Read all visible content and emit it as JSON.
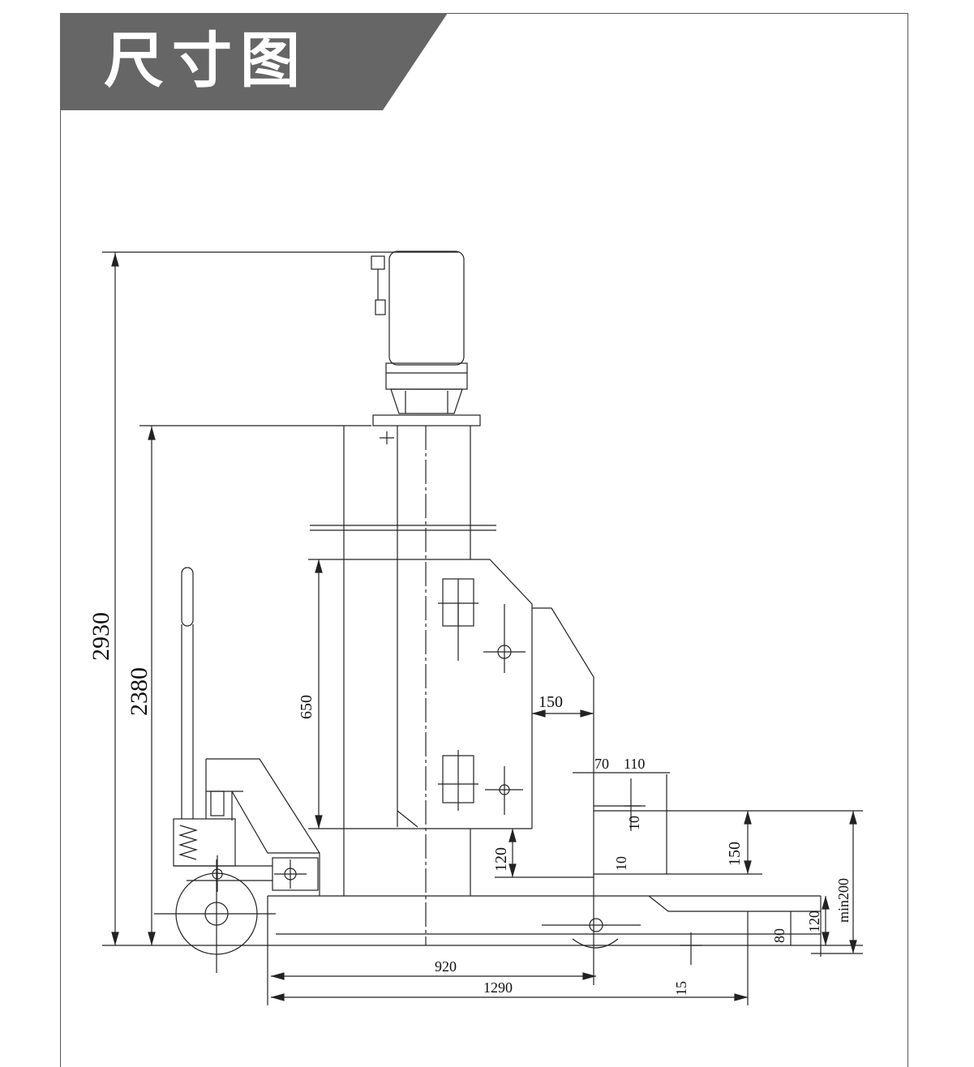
{
  "header": {
    "title": "尺寸图"
  },
  "colors": {
    "banner": "#666666",
    "line": "#222222",
    "text": "#111111"
  },
  "dimensions": {
    "total_height": "2930",
    "lift_height": "2380",
    "column_section": "650",
    "arm_offset": "150",
    "foot_70": "70",
    "foot_110": "110",
    "foot_10_upper": "10",
    "foot_10_lower": "10",
    "foot_150": "150",
    "base_120": "120",
    "min_height": "min200",
    "right_120": "120",
    "right_80": "80",
    "length_920": "920",
    "length_1290": "1290",
    "bottom_15": "15"
  }
}
